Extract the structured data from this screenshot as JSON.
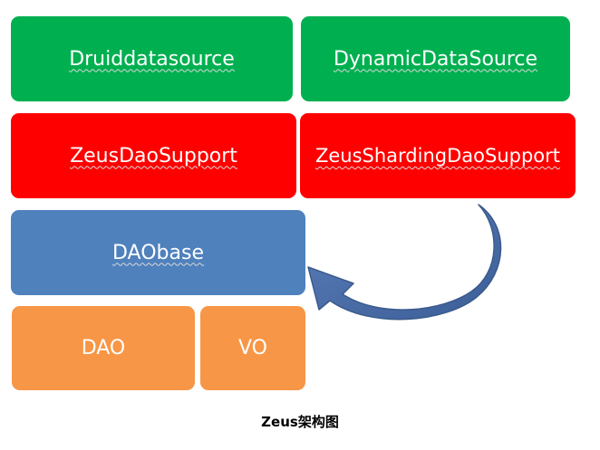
{
  "diagram": {
    "boxes": [
      {
        "id": "druid",
        "label": "Druiddatasource",
        "color": "#00B050",
        "squiggle": true
      },
      {
        "id": "dynamic",
        "label": "DynamicDataSource",
        "color": "#00B050",
        "squiggle": true
      },
      {
        "id": "zeusdao",
        "label": "ZeusDaoSupport",
        "color": "#FF0000",
        "squiggle": true
      },
      {
        "id": "sharding",
        "label": "ZeusShardingDaoSupport",
        "color": "#FF0000",
        "squiggle": true
      },
      {
        "id": "daobase",
        "label": "DAObase",
        "color": "#4F81BD",
        "squiggle": true
      },
      {
        "id": "dao",
        "label": "DAO",
        "color": "#F79646",
        "squiggle": false
      },
      {
        "id": "vo",
        "label": "VO",
        "color": "#F79646",
        "squiggle": false
      }
    ],
    "arrow": {
      "from": "ZeusShardingDaoSupport",
      "to": "DAObase",
      "fill": "#4F6FA8",
      "stroke": "#3A5A8C"
    },
    "caption": "Zeus架构图"
  }
}
